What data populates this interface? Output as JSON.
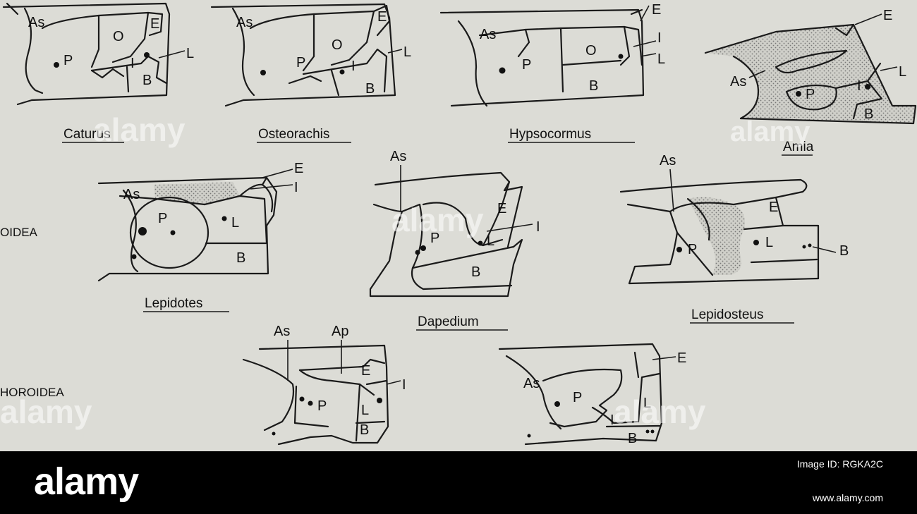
{
  "group_labels": [
    "OIDEA",
    "HOROIDEA"
  ],
  "captions": [
    "Caturus",
    "Osteorachis",
    "Hypsocormus",
    "Amia",
    "Lepidotes",
    "Dapedium",
    "Lepidosteus"
  ],
  "bone_labels": {
    "as": "As",
    "ap": "Ap",
    "p": "P",
    "o": "O",
    "e": "E",
    "i": "I",
    "l": "L",
    "b": "B"
  },
  "watermark": "alamy",
  "footer": {
    "logo": "alamy",
    "image_id": "Image ID: RGKA2C",
    "url": "www.alamy.com"
  },
  "colors": {
    "background": "#dcdcd6",
    "ink": "#1a1a1a",
    "stipple": "#b3b3ad",
    "footer": "#000000"
  }
}
